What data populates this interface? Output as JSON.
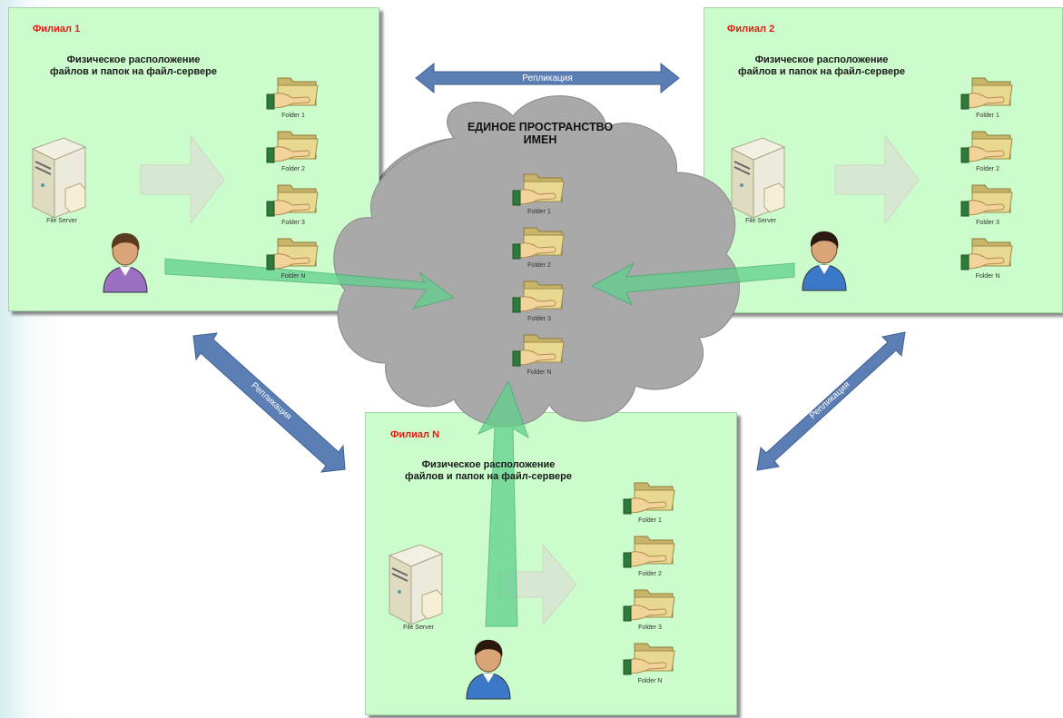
{
  "branches": [
    {
      "title": "Филиал 1",
      "subtitle_line1": "Физическое расположение",
      "subtitle_line2": "файлов и папок на файл-сервере",
      "server_label": "File Server",
      "folders": [
        "Folder 1",
        "Folder 2",
        "Folder 3",
        "Folder N"
      ]
    },
    {
      "title": "Филиал 2",
      "subtitle_line1": "Физическое расположение",
      "subtitle_line2": "файлов и папок на файл-сервере",
      "server_label": "File Server",
      "folders": [
        "Folder 1",
        "Folder 2",
        "Folder 3",
        "Folder N"
      ]
    },
    {
      "title": "Филиал N",
      "subtitle_line1": "Физическое расположение",
      "subtitle_line2": "файлов и папок на файл-сервере",
      "server_label": "File Server",
      "folders": [
        "Folder 1",
        "Folder 2",
        "Folder 3",
        "Folder N"
      ]
    }
  ],
  "namespace": {
    "title_line1": "ЕДИНОЕ ПРОСТРАНСТВО",
    "title_line2": "ИМЕН",
    "folders": [
      "Folder 1",
      "Folder 2",
      "Folder 3",
      "Folder N"
    ]
  },
  "replication": {
    "top_label": "Репликация",
    "left_label": "Репликация",
    "right_label": "Репликация"
  },
  "colors": {
    "panel": "#ccfccc",
    "branch_title": "#e41b13",
    "cloud": "#a8a8a8",
    "replication_arrow": "#5b7fb5",
    "access_arrow": "#5fd08c"
  }
}
